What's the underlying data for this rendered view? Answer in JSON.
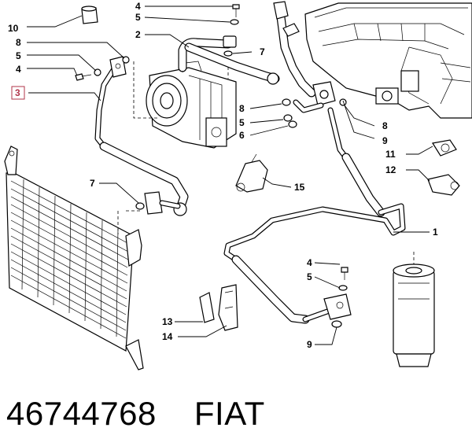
{
  "callouts": {
    "c10": "10",
    "c8a": "8",
    "c5a": "5",
    "c4a": "4",
    "c3": "3",
    "c4b": "4",
    "c5b": "5",
    "c2": "2",
    "c7a": "7",
    "c8b": "8",
    "c5c": "5",
    "c6": "6",
    "c8c": "8",
    "c9a": "9",
    "c11": "11",
    "c12": "12",
    "c15": "15",
    "c7b": "7",
    "c1": "1",
    "c4c": "4",
    "c5d": "5",
    "c9b": "9",
    "c13": "13",
    "c14": "14"
  },
  "highlight_color": "#b1344a",
  "footer": {
    "part_number": "46744768",
    "brand": "FIAT"
  }
}
